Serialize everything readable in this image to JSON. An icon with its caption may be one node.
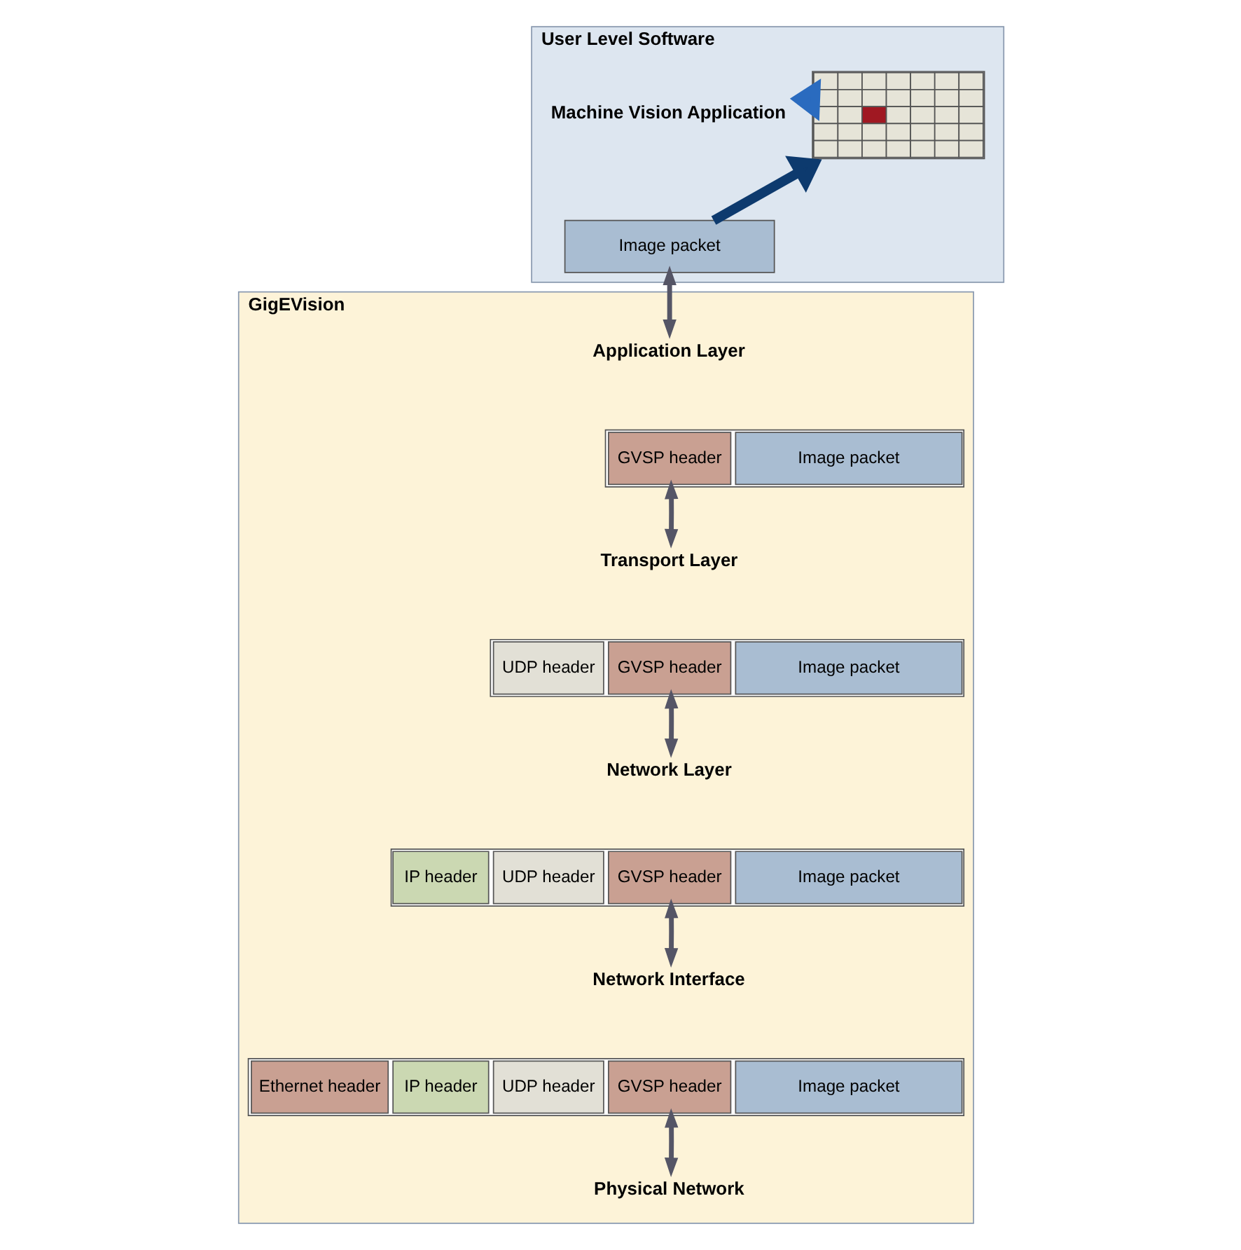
{
  "diagram": {
    "nodes": [
      {
        "text": [
          "User Level Software"
        ]
      },
      {
        "text": [
          "Machine Vision Application"
        ],
        "in": 0
      },
      {
        "text": [],
        "shape": "picture",
        "in": 0
      },
      {
        "text": [
          "Image packet"
        ],
        "in": 0
      },
      {
        "text": [
          "GigEVision"
        ]
      },
      {
        "text": [
          "Application Layer"
        ],
        "in": 4
      },
      {
        "text": [],
        "shape": "box",
        "in": 4
      },
      {
        "text": [
          "GVSP header"
        ],
        "in": 6
      },
      {
        "text": [
          "Image packet"
        ],
        "in": 6
      },
      {
        "text": [
          "Transport Layer"
        ],
        "in": 4
      },
      {
        "text": [],
        "shape": "box",
        "in": 4
      },
      {
        "text": [
          "UDP header"
        ],
        "in": 10
      },
      {
        "text": [
          "GVSP header"
        ],
        "in": 10
      },
      {
        "text": [
          "Image packet"
        ],
        "in": 10
      },
      {
        "text": [
          "Network Layer"
        ],
        "in": 4
      },
      {
        "text": [],
        "shape": "box",
        "in": 4
      },
      {
        "text": [
          "IP header"
        ],
        "in": 15
      },
      {
        "text": [
          "UDP header"
        ],
        "in": 15
      },
      {
        "text": [
          "GVSP header"
        ],
        "in": 15
      },
      {
        "text": [
          "Image packet"
        ],
        "in": 15
      },
      {
        "text": [
          "Network Interface"
        ],
        "in": 4
      },
      {
        "text": [],
        "shape": "box",
        "in": 4
      },
      {
        "text": [
          "Ethernet header"
        ],
        "in": 21
      },
      {
        "text": [
          "IP header"
        ],
        "in": 21
      },
      {
        "text": [
          "UDP header"
        ],
        "in": 21
      },
      {
        "text": [
          "GVSP header"
        ],
        "in": 21
      },
      {
        "text": [
          "Image packet"
        ],
        "in": 21
      },
      {
        "text": [
          "Physical Network"
        ],
        "in": 4
      }
    ],
    "edges": [
      {
        "from": 2,
        "to": 1,
        "arrow": "to",
        "style": "thick",
        "color": "#2a6bbf"
      },
      {
        "from": 3,
        "to": 2,
        "arrow": "to",
        "style": "thick",
        "color": "#0d3a6e"
      },
      {
        "from": 3,
        "to": 5,
        "arrow": "both"
      },
      {
        "from": 6,
        "to": 9,
        "arrow": "both"
      },
      {
        "from": 10,
        "to": 14,
        "arrow": "both"
      },
      {
        "from": 15,
        "to": 20,
        "arrow": "both"
      },
      {
        "from": 21,
        "to": 27,
        "arrow": "both"
      }
    ]
  }
}
